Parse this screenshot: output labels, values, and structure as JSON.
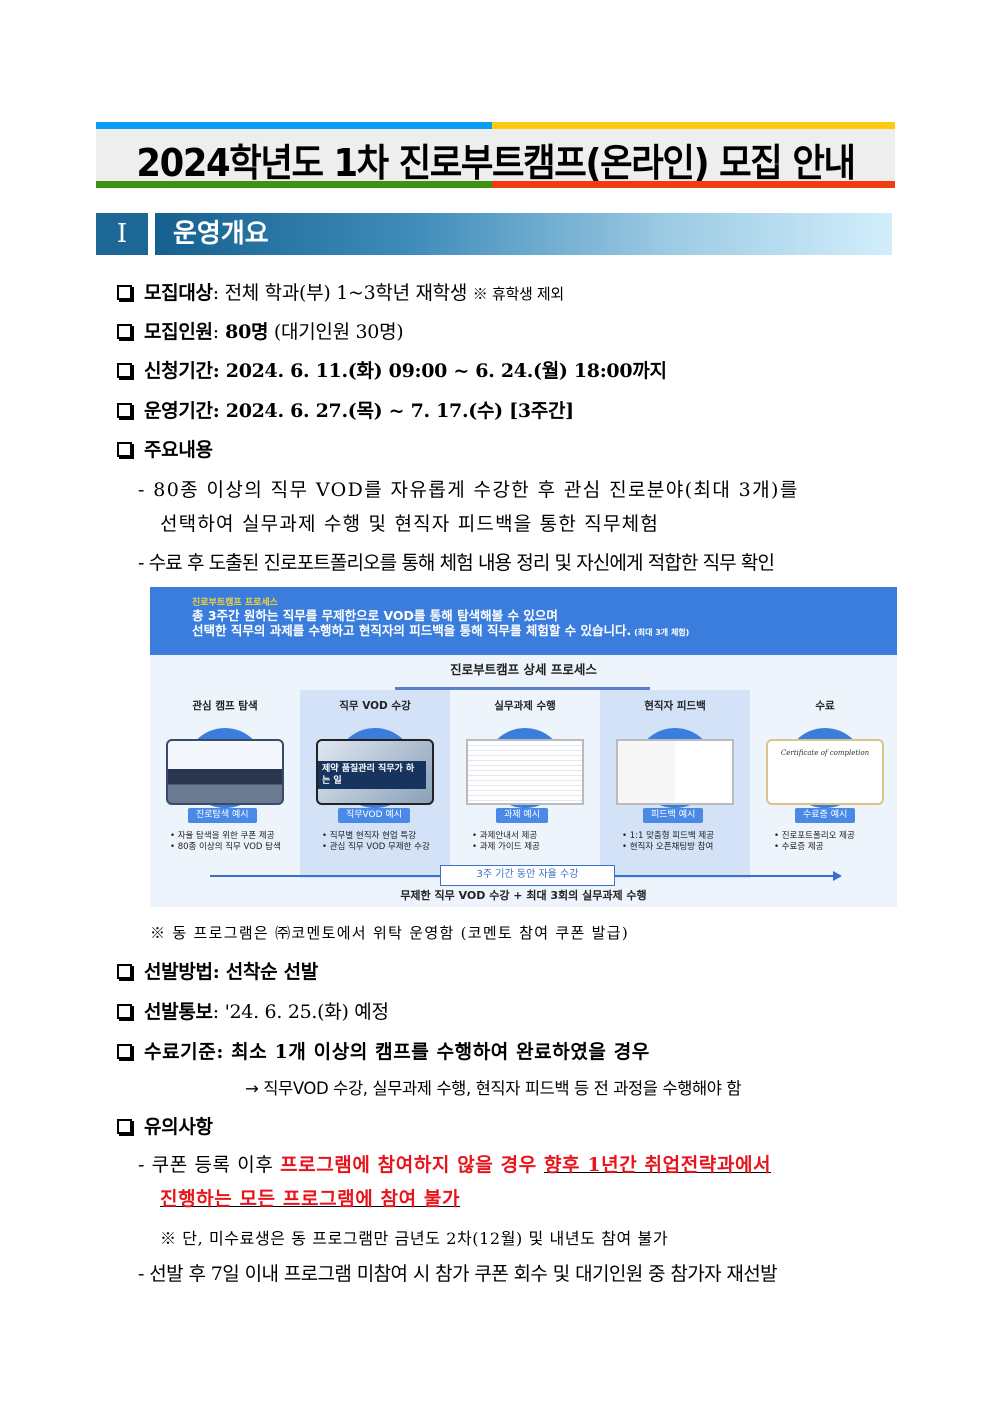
{
  "title": "2024학년도 1차 진로부트캠프(온라인) 모집 안내",
  "section": {
    "number": "Ⅰ",
    "title": "운영개요"
  },
  "items": {
    "target": {
      "label": "모집대상",
      "value": " 전체 학과(부) 1~3학년 재학생",
      "note": "※ 휴학생 제외"
    },
    "quota": {
      "label": "모집인원",
      "value": " 80명",
      "note": " (대기인원 30명)"
    },
    "apply": {
      "label": "신청기간",
      "value": " 2024. 6. 11.(화) 09:00 ~ 6. 24.(월) 18:00까지"
    },
    "period": {
      "label": "운영기간",
      "value": " 2024. 6. 27.(목) ~ 7. 17.(수) [3주간]"
    },
    "content": {
      "label": "주요내용",
      "bullets": [
        "- 80종 이상의 직무 VOD를 자유롭게 수강한 후 관심 진로분야(최대 3개)를",
        "선택하여 실무과제 수행 및 현직자 피드백을 통한 직무체험",
        "- 수료 후 도출된 진로포트폴리오를 통해 체험 내용 정리 및 자신에게 적합한 직무 확인"
      ]
    },
    "program_note": "※ 동 프로그램은 ㈜코멘토에서 위탁 운영함 (코멘토 참여 쿠폰 발급)",
    "method": {
      "label": "선발방법",
      "value": " 선착순 선발"
    },
    "notice": {
      "label": "선발통보",
      "value": " '24. 6. 25.(화) 예정"
    },
    "completion": {
      "label": "수료기준",
      "value": " 최소 1개 이상의 캠프를 수행하여 완료하였을 경우",
      "detail": "→ 직무VOD 수강, 실무과제 수행, 현직자 피드백 등 전 과정을 수행해야 함"
    },
    "caution": {
      "label": "유의사항",
      "line1_a": "- 쿠폰 등록 이후 ",
      "line1_red": "프로그램에 참여하지 않을 경우 ",
      "line1_red_ul": "향후 1년간 취업전략과에서",
      "line2_red_ul": "진행하는 모든 프로그램에 참여 불가",
      "note": "※ 단, 미수료생은 동 프로그램만 금년도 2차(12월) 및 내년도 참여 불가",
      "line3": "- 선발 후 7일 이내 프로그램 미참여 시 참가 쿠폰 회수 및 대기인원 중 참가자 재선발"
    }
  },
  "infographic": {
    "kicker": "진로부트캠프 프로세스",
    "line1": "총 3주간 원하는 직무를 무제한으로 VOD를 통해 탐색해볼 수 있으며",
    "line2": "선택한 직무의 과제를 수행하고 현직자의 피드백을 통해 직무를 체험할 수 있습니다.",
    "line2_small": " (최대 3개 체험)",
    "subtitle": "진로부트캠프 상세 프로세스",
    "steps": [
      {
        "title": "관심 캠프 탐색",
        "badge": "진로탐색 예시",
        "bullets": [
          "• 자율 탐색을 위한 쿠폰 제공",
          "• 80종 이상의 직무 VOD 탐색"
        ]
      },
      {
        "title": "직무 VOD 수강",
        "badge": "직무VOD 예시",
        "bullets": [
          "• 직무별 현직자 현업 특강",
          "• 관심 직무 VOD 무제한 수강"
        ],
        "image_text": "제약 품질관리 직무가 하는 일"
      },
      {
        "title": "실무과제 수행",
        "badge": "과제 예시",
        "bullets": [
          "• 과제안내서 제공",
          "• 과제 가이드 제공"
        ]
      },
      {
        "title": "현직자 피드백",
        "badge": "피드백 예시",
        "bullets": [
          "• 1:1 맞춤형 피드백 제공",
          "• 현직자 오픈채팅방 참여"
        ]
      },
      {
        "title": "수료",
        "badge": "수료증 예시",
        "bullets": [
          "• 진로포트폴리오 제공",
          "• 수료증 제공"
        ],
        "image_text": "Certificate of completion"
      }
    ],
    "arrow_label": "3주 기간 동안 자율 수강",
    "bottom": "무제한 직무 VOD 수강 + 최대 3회의 실무과제 수행"
  },
  "colors": {
    "blue": "#0b9cf5",
    "yellow": "#ffc90e",
    "green": "#3a9412",
    "red": "#f03c10",
    "accent_red": "#e8141c"
  }
}
